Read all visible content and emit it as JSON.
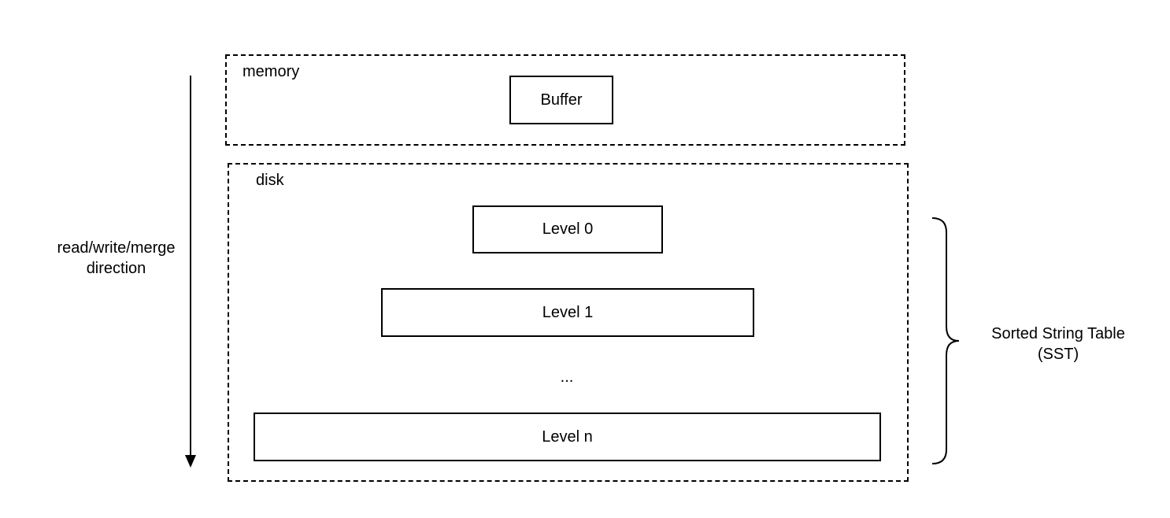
{
  "memory": {
    "label": "memory",
    "buffer_label": "Buffer"
  },
  "disk": {
    "label": "disk",
    "levels": [
      "Level 0",
      "Level 1",
      "...",
      "Level n"
    ]
  },
  "direction": {
    "line1": "read/write/merge",
    "line2": "direction"
  },
  "sst": {
    "line1": "Sorted String Table",
    "line2": "(SST)"
  }
}
